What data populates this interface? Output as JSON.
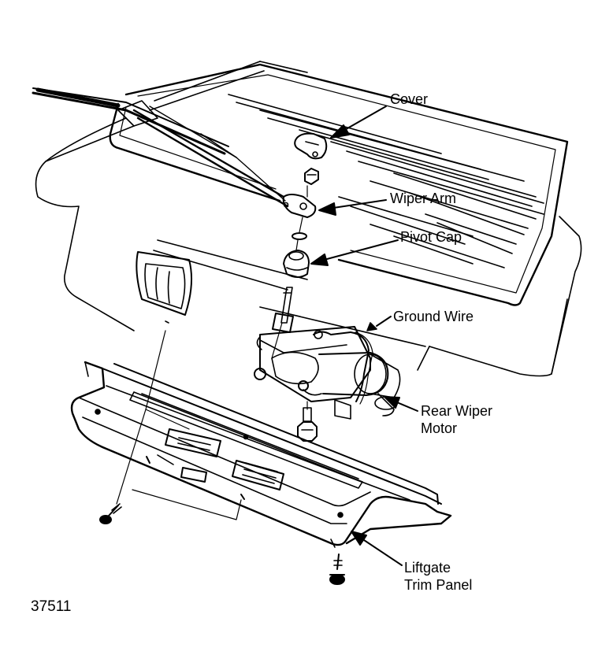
{
  "callouts": {
    "cover": "Cover",
    "wiper_arm": "Wiper Arm",
    "pivot_cap": "Pivot Cap",
    "ground_wire": "Ground Wire",
    "rear_wiper_motor": [
      "Rear Wiper",
      "Motor"
    ],
    "liftgate_trim_panel": [
      "Liftgate",
      "Trim Panel"
    ]
  },
  "figure_number": "37511",
  "colors": {
    "ink": "#000000",
    "paper": "#ffffff"
  }
}
